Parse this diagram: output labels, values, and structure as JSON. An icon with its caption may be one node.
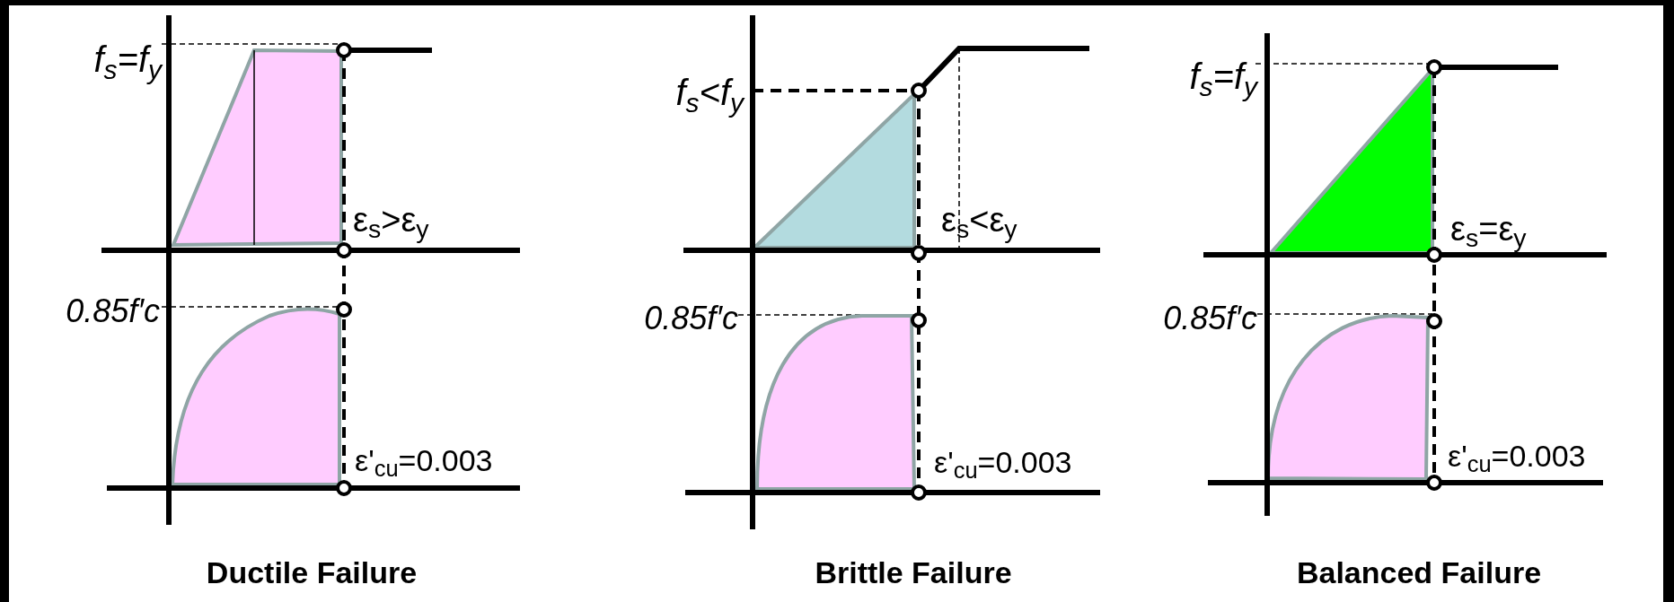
{
  "diagram": {
    "labels": [
      "f$_{s}$=f$_{y}$",
      "ε$_{s}$>ε$_{y}$",
      "0.85f′c",
      "ε'$_{cu}$=0.003",
      "Ductile Failure",
      "f$_{s}$<f$_{y}$",
      "ε$_{s}$<ε$_{y}$",
      "0.85f′c",
      "ε'$_{cu}$=0.003",
      "Brittle Failure",
      "f$_{s}$=f$_{y}$",
      "ε$_{s}$=ε$_{y}$",
      "0.85f′c",
      "ε'$_{cu}$=0.003",
      "Balanced Failure"
    ]
  }
}
